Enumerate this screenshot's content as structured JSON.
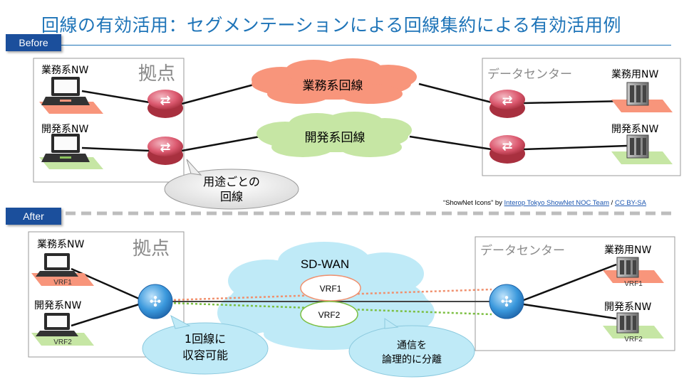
{
  "title": "回線の有効活用：セグメンテーションによる回線集約による有効活用例",
  "before": {
    "tag": "Before",
    "site_label": "拠点",
    "dc_label": "データセンター",
    "pc1_label": "業務系NW",
    "pc2_label": "開発系NW",
    "srv1_label": "業務用NW",
    "srv2_label": "開発系NW",
    "cloud1_label": "業務系回線",
    "cloud2_label": "開発系回線",
    "callout_line1": "用途ごとの",
    "callout_line2": "回線"
  },
  "credit": {
    "prefix": "“ShowNet Icons” by ",
    "author": "Interop Tokyo ShowNet NOC Team",
    "sep": " / ",
    "license": "CC BY-SA"
  },
  "after": {
    "tag": "After",
    "site_label": "拠点",
    "dc_label": "データセンター",
    "pc1_label": "業務系NW",
    "pc2_label": "開発系NW",
    "srv1_label": "業務用NW",
    "srv2_label": "開発系NW",
    "vrf1": "VRF1",
    "vrf2": "VRF2",
    "sdwan_label": "SD-WAN",
    "callout_left_line1": "1回線に",
    "callout_left_line2": "収容可能",
    "callout_right_line1": "通信を",
    "callout_right_line2": "論理的に分離"
  },
  "colors": {
    "accent": "#1e74b8",
    "tag_bg": "#1b4f9c",
    "salmon": "#f8957b",
    "green": "#c6e6a4",
    "light_blue": "#bfeaf7",
    "router_red": "#d9536a",
    "router_blue": "#2f8fd6"
  }
}
